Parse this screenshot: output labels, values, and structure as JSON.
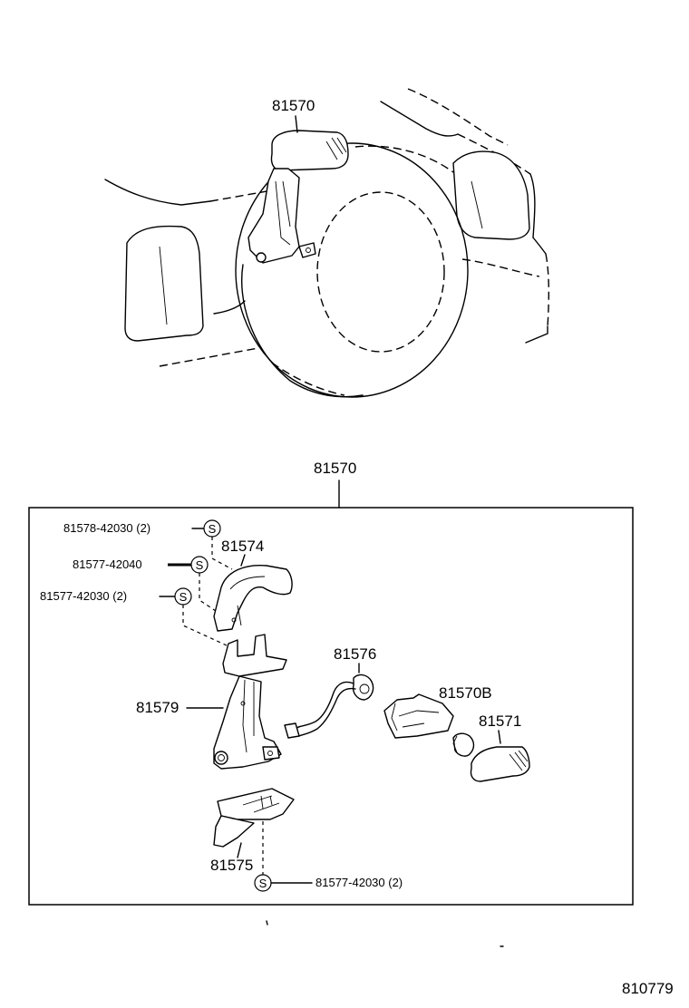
{
  "figure_number": "810779",
  "overview": {
    "assembly_label": "81570"
  },
  "assembly": {
    "label": "81570",
    "parts": {
      "screw_81578": "81578-42030 (2)",
      "screw_81577_a": "81577-42040",
      "screw_81577_b": "81577-42030 (2)",
      "screw_81577_c": "81577-42030 (2)",
      "cover": "81574",
      "bracket": "81579",
      "socket": "81576",
      "housing": "81570B",
      "lens": "81571",
      "lower_cover": "81575"
    },
    "screw_symbol": "S"
  }
}
